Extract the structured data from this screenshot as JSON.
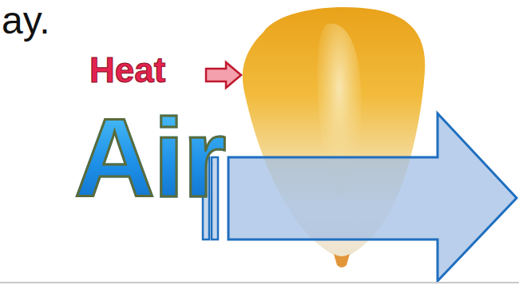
{
  "diagram": {
    "labels": [
      "ay.",
      "Heat",
      "Air"
    ]
  }
}
